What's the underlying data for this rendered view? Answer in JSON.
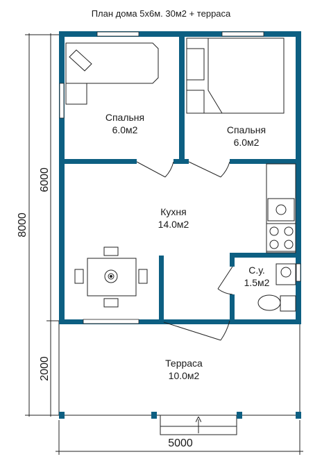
{
  "title": "План  дома 5х6м. 30м2 + терраса",
  "rooms": {
    "bedroom1": {
      "name": "Спальня",
      "area": "6.0м2"
    },
    "bedroom2": {
      "name": "Спальня",
      "area": "6.0м2"
    },
    "kitchen": {
      "name": "Кухня",
      "area": "14.0м2"
    },
    "bathroom": {
      "name": "С.у.",
      "area": "1.5м2"
    },
    "terrace": {
      "name": "Терраса",
      "area": "10.0м2"
    }
  },
  "dimensions": {
    "total_height": "8000",
    "house_height": "6000",
    "terrace_height": "2000",
    "width": "5000"
  },
  "colors": {
    "wall": "#0d5f82",
    "line": "#222222"
  }
}
